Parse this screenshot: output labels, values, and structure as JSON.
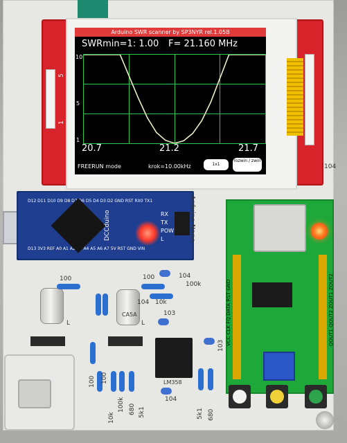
{
  "screen": {
    "header": "Arduino SWR scanner by SP3NYR  rel.1.05B",
    "swr_label": "SWRmin=1: 1.00",
    "freq_label": "F= 21.160 MHz",
    "y_ticks": [
      "10",
      "5",
      "1"
    ],
    "x_ticks": [
      "20.7",
      "21.2",
      "21.7"
    ],
    "mode": "FREERUN mode",
    "step": "krok=10.00kHz",
    "btn_left": "1x1",
    "btn_right": "rozwin / zwin",
    "bg": "#000000",
    "grid_color": "#2fc84a",
    "header_color": "#e13a3a"
  },
  "chart_data": {
    "type": "line",
    "title": "",
    "x": [
      20.7,
      20.8,
      20.9,
      21.0,
      21.05,
      21.1,
      21.15,
      21.2,
      21.25,
      21.3,
      21.35,
      21.4,
      21.5,
      21.6,
      21.7
    ],
    "y": [
      10.0,
      10.0,
      10.0,
      5.6,
      3.6,
      2.1,
      1.3,
      1.0,
      1.25,
      2.0,
      3.3,
      5.2,
      10.0,
      10.0,
      10.0
    ],
    "xlim": [
      20.7,
      21.7
    ],
    "ylim": [
      1,
      10
    ],
    "grid": true,
    "line_color": "#f0eec8"
  },
  "arduino": {
    "top_pins": "D12 D11 D10 D9 D8 D7 D6 D5 D4 D3 D2 GND RST RX0 TX1",
    "bottom_pins": "D13 3V3 REF A0 A1 A2 A3 A4 A5 A6 A7 5V RST GND VIN",
    "brand": "DCCduino",
    "nano_text": "Arduino Nano",
    "rx": "RX",
    "tx": "TX",
    "pow": "POW",
    "l": "L"
  },
  "dds": {
    "pins_left": "VCC CLK FQ DATA RST GND",
    "pins_right": "QOUT1 QOUT2 ZOUT1 ZOUT2"
  },
  "silkscreen": {
    "r100_a": "100",
    "r100_b": "100",
    "r104": "104",
    "r100k": "100k",
    "r10k_a": "10k",
    "r103": "103",
    "r103b": "103",
    "r104b": "104",
    "r100_c": "100",
    "r100_d": "100",
    "r100k_b": "100k",
    "r10k_b": "10k",
    "r680": "680",
    "r5k1": "5k1",
    "r5k1_b": "5k1",
    "r680_b": "680",
    "lm": "LM358",
    "r104c": "104",
    "can2": "CA5A",
    "r104_tft": "104",
    "n1": "5",
    "n2": "1",
    "n3": "L",
    "n4": "L"
  },
  "colors": {
    "tft_pcb": "#d8232a",
    "arduino_pcb": "#1f3e8f",
    "dds_pcb": "#1ea83a",
    "led": "#ff7a20"
  }
}
